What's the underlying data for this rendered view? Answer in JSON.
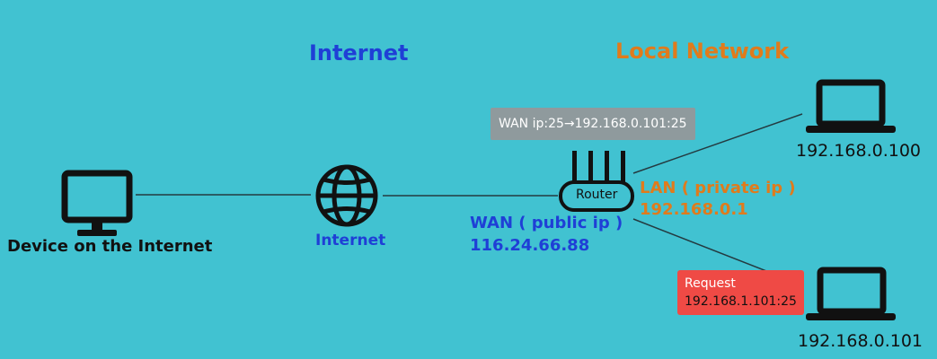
{
  "headings": {
    "internet": "Internet",
    "local_network": "Local Network"
  },
  "nodes": {
    "device_label": "Device on the Internet",
    "internet_label": "Internet",
    "router_label": "Router",
    "laptop_top_ip": "192.168.0.100",
    "laptop_bottom_ip": "192.168.0.101"
  },
  "wan": {
    "label": "WAN ( public ip )",
    "ip": "116.24.66.88",
    "forward_rule": "WAN ip:25→192.168.0.101:25"
  },
  "lan": {
    "label": "LAN ( private ip )",
    "ip": "192.168.0.1"
  },
  "request": {
    "title": "Request",
    "target": "192.168.1.101:25"
  },
  "colors": {
    "background": "#41c2d1",
    "internet_heading": "#1f3fd6",
    "local_network_heading": "#e07b1c",
    "forward_box": "#8f9a9d",
    "request_box": "#ef4a45",
    "lines": "#243a40"
  },
  "icons": {
    "device": "monitor-icon",
    "internet": "globe-icon",
    "router": "router-icon",
    "laptops": "laptop-icon"
  }
}
